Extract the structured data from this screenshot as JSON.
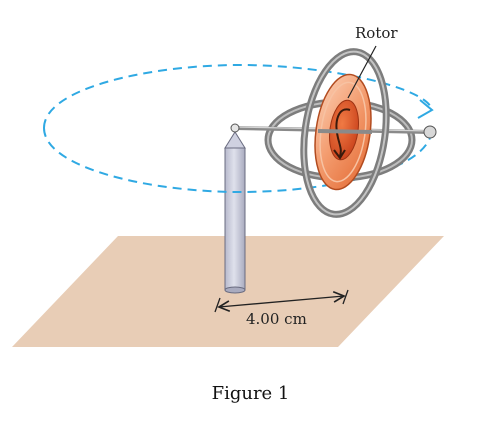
{
  "figure": {
    "rotor_label": "Rotor",
    "distance_label": "4.00 cm",
    "caption": "Figure 1"
  },
  "colors": {
    "floor": "#e8cdb6",
    "pillar": "#c8cadb",
    "orbit": "#2fa9e3",
    "rotor_outer": "#f5a57d",
    "rotor_inner": "#e85a25",
    "gimbal": "#7d7d7d"
  }
}
